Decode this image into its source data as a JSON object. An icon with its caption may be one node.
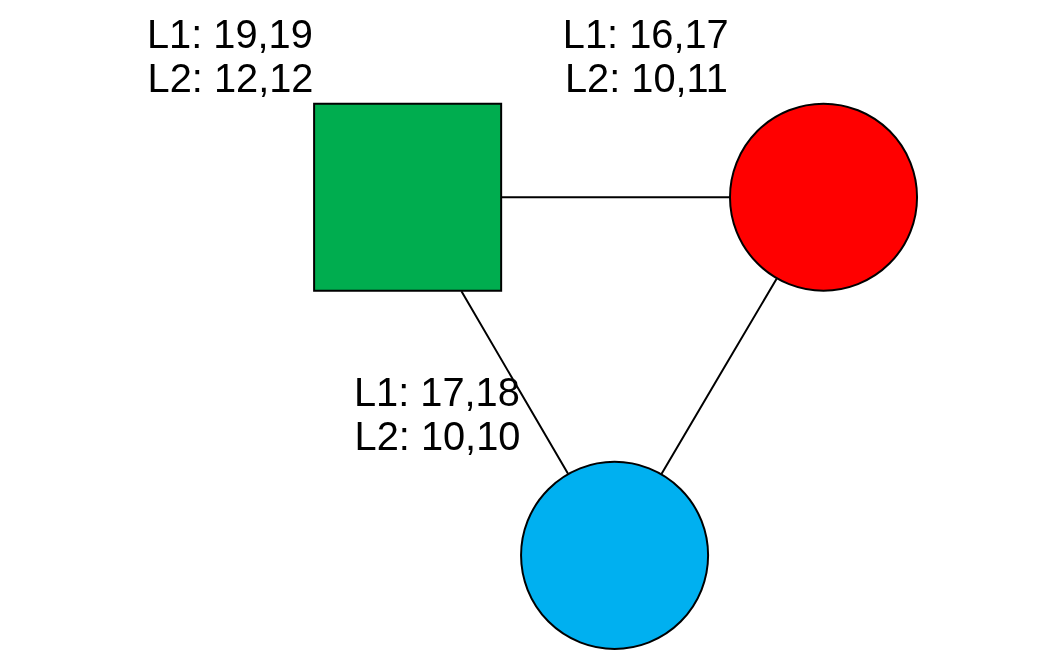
{
  "diagram": {
    "nodes": [
      {
        "text": [],
        "shape": "box",
        "beside": [
          "L1: 19,19",
          "L2: 12,12"
        ]
      },
      {
        "text": [],
        "shape": "circle",
        "beside": [
          "L1: 16,17",
          "L2: 10,11"
        ]
      },
      {
        "text": [],
        "shape": "circle",
        "beside": [
          "L1: 17,18",
          "L2: 10,10"
        ]
      }
    ],
    "edges": [
      {
        "from": 0,
        "to": 1,
        "arrow": "none"
      },
      {
        "from": 0,
        "to": 2,
        "arrow": "none"
      },
      {
        "from": 1,
        "to": 2,
        "arrow": "none"
      }
    ]
  }
}
